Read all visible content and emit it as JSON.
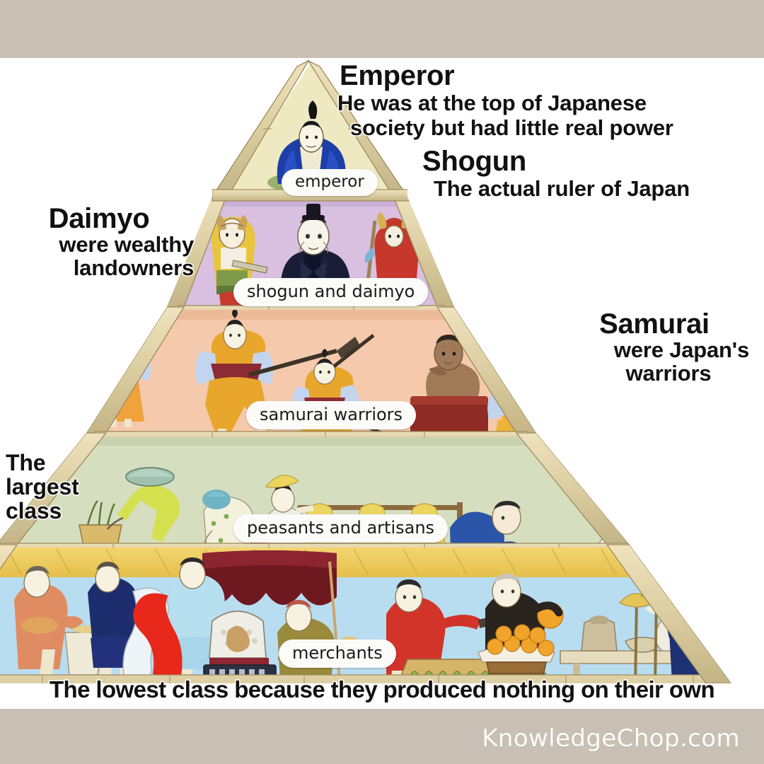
{
  "page": {
    "title": "Japanese Feudal Social Pyramid",
    "watermark": "KnowledgeChop.com",
    "bar_color": "#c8c0b5",
    "background": "#ffffff"
  },
  "callouts": {
    "emperor": {
      "heading": "Emperor",
      "line1": "He was at the top of Japanese",
      "line2": "society but had little real power"
    },
    "shogun": {
      "heading": "Shogun",
      "line1": "The actual ruler of Japan"
    },
    "daimyo": {
      "heading": "Daimyo",
      "line1": "were wealthy",
      "line2": "landowners"
    },
    "samurai": {
      "heading": "Samurai",
      "line1": "were Japan's",
      "line2": "warriors"
    },
    "largest_class": {
      "line1": "The",
      "line2": "largest",
      "line3": "class"
    },
    "lowest_class": {
      "text": "The lowest class because they produced nothing on their own"
    }
  },
  "pills": {
    "emperor": "emperor",
    "shogun_daimyo": "shogun and daimyo",
    "samurai": "samurai warriors",
    "peasants": "peasants and artisans",
    "merchants": "merchants"
  },
  "chart_data": {
    "type": "pyramid",
    "title": "Japanese Feudal Social Pyramid",
    "tiers": [
      {
        "rank": 1,
        "name": "Emperor",
        "pill": "emperor",
        "description": "He was at the top of Japanese society but had little real power",
        "band_color": "#f2edc8",
        "figures": [
          "emperor seated in blue robe"
        ]
      },
      {
        "rank": 2,
        "name": "Shogun and Daimyo",
        "pill": "shogun and daimyo",
        "description": "Shogun: The actual ruler of Japan. Daimyo were wealthy landowners",
        "band_color": "#d9bfe0",
        "figures": [
          "yellow-armored daimyo",
          "shogun in dark robe",
          "red-armored daimyo"
        ]
      },
      {
        "rank": 3,
        "name": "Samurai",
        "pill": "samurai warriors",
        "description": "Samurai were Japan's warriors",
        "band_color": "#f5c9ac",
        "figures": [
          "standing samurai",
          "samurai with naginata",
          "duelling samurai",
          "seated lord",
          "two kneeling samurai"
        ]
      },
      {
        "rank": 4,
        "name": "Peasants and Artisans",
        "pill": "peasants and artisans",
        "description": "The largest class",
        "band_color": "#d6dec0",
        "figures": [
          "rice planter",
          "woman with basket",
          "rice-bundle hanger",
          "potter",
          "indigo dyer"
        ]
      },
      {
        "rank": 5,
        "name": "Merchants",
        "pill": "merchants",
        "description": "The lowest class because they produced nothing on their own",
        "band_color": "#b9ddf0",
        "figures": [
          "cloth sellers",
          "silk merchants",
          "caged-goods seller",
          "vegetable stall",
          "fruit seller",
          "pottery seller",
          "broom seller"
        ]
      }
    ],
    "notes": "Five-level feudal Japan social hierarchy illustration with woodblock-style figures"
  }
}
